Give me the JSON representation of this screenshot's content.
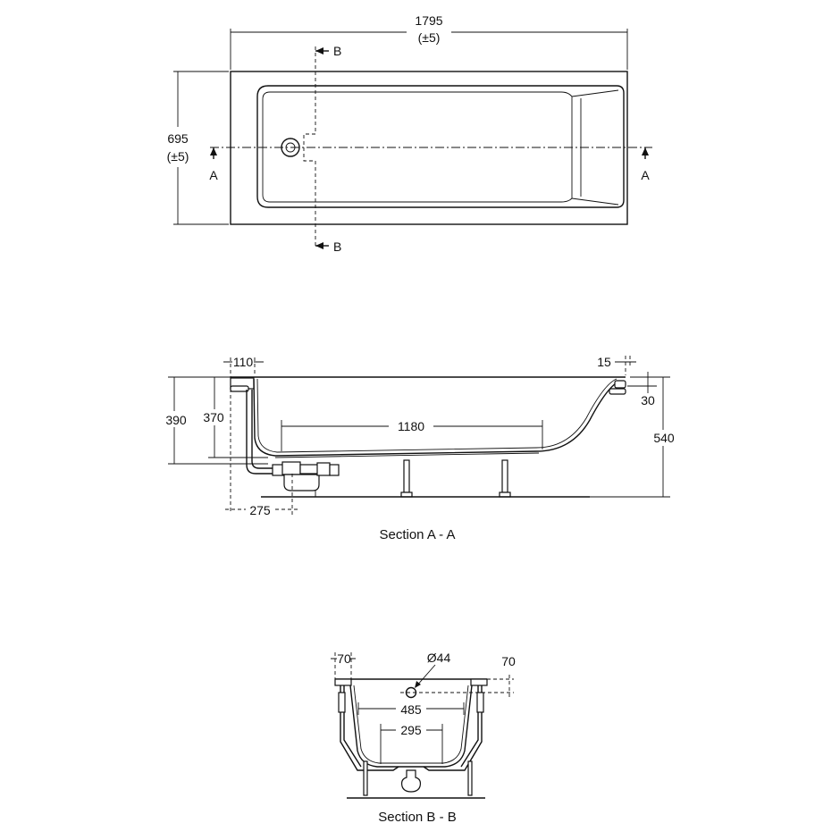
{
  "plan_view": {
    "length": "1795",
    "length_tolerance": "(±5)",
    "width": "695",
    "width_tolerance": "(±5)",
    "section_a_marker": "A",
    "section_b_marker": "B"
  },
  "section_a": {
    "title": "Section A - A",
    "dim_rim_left": "110",
    "dim_rim_right": "15",
    "dim_rim_thickness": "30",
    "dim_height_total": "390",
    "dim_depth": "370",
    "dim_overall_height": "540",
    "dim_flat_bottom": "1180",
    "dim_waste_offset": "275"
  },
  "section_b": {
    "title": "Section B - B",
    "dim_rim_left": "70",
    "dim_overflow_diameter": "Ø44",
    "dim_overflow_height": "70",
    "dim_inner_width": "485",
    "dim_bottom_width": "295"
  }
}
